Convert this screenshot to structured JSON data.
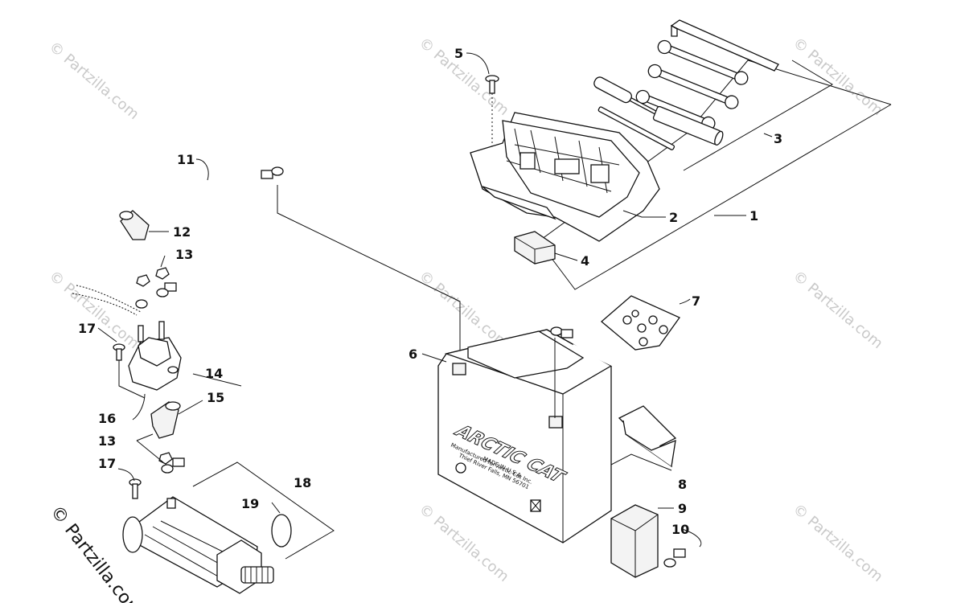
{
  "watermark": "© Partzilla.com",
  "copyright": "© Partzilla.com",
  "battery": {
    "brand": "ARCTIC CAT",
    "fine_text": [
      "Manufactured for Arctic Cat Inc.",
      "Thief River Falls, MN 56701",
      "MADE IN U.S.A."
    ]
  },
  "callouts": [
    "1",
    "2",
    "3",
    "4",
    "5",
    "6",
    "7",
    "8",
    "9",
    "10",
    "11",
    "12",
    "13",
    "13",
    "14",
    "15",
    "16",
    "17",
    "17",
    "18",
    "19"
  ]
}
